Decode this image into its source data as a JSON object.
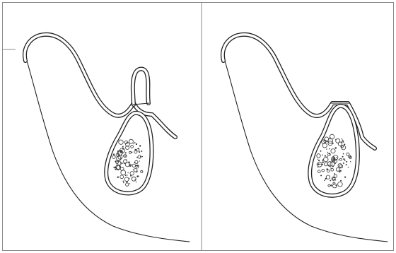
{
  "figure": {
    "panels": [
      {
        "id": "left",
        "variant": "with-crown-bulb"
      },
      {
        "id": "right",
        "variant": "flat-cut"
      }
    ],
    "colors": {
      "line": "#222222",
      "frame": "#8a8a8a",
      "background": "#ffffff"
    }
  }
}
